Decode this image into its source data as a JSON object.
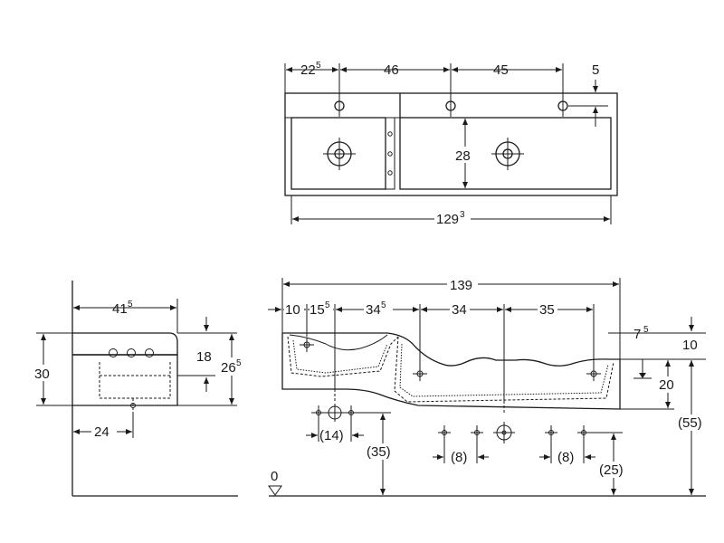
{
  "top_view": {
    "dim_left": "22",
    "dim_left_sup": "5",
    "dim_mid1": "46",
    "dim_mid2": "45",
    "dim_edge": "5",
    "dim_depth": "28",
    "dim_width": "129",
    "dim_width_sup": "3"
  },
  "side_view": {
    "dim_top_width": "41",
    "dim_top_width_sup": "5",
    "dim_height_total": "30",
    "dim_inner_height": "18",
    "dim_depth": "26",
    "dim_depth_sup": "5",
    "dim_bottom": "24"
  },
  "front_view": {
    "dim_total": "139",
    "dim_a": "10",
    "dim_b": "15",
    "dim_b_sup": "5",
    "dim_c": "34",
    "dim_c_sup": "5",
    "dim_d": "34",
    "dim_e": "35",
    "dim_f": "7",
    "dim_f_sup": "5",
    "dim_g": "10",
    "dim_h": "20",
    "dim_i": "(55)",
    "dim_j": "(14)",
    "dim_k": "(35)",
    "dim_l": "(8)",
    "dim_m": "(8)",
    "dim_n": "(25)",
    "floor_level": "0"
  }
}
